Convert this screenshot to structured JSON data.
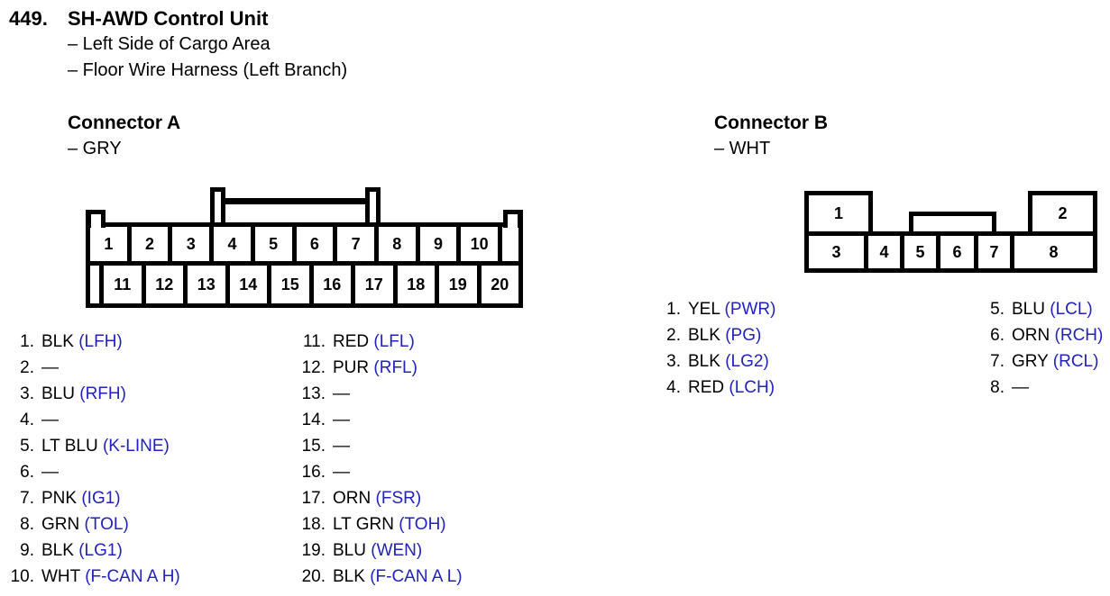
{
  "header": {
    "item_number": "449.",
    "title": "SH-AWD Control Unit",
    "location_line1": "– Left Side of Cargo Area",
    "location_line2": "– Floor Wire Harness (Left Branch)"
  },
  "colors": {
    "signal_text": "#2222bb",
    "ink": "#000000",
    "background": "#ffffff"
  },
  "connector_a": {
    "heading": "Connector A",
    "color_label": "– GRY",
    "diagram": {
      "top_row": [
        "1",
        "2",
        "3",
        "4",
        "5",
        "6",
        "7",
        "8",
        "9",
        "10"
      ],
      "bottom_row": [
        "11",
        "12",
        "13",
        "14",
        "15",
        "16",
        "17",
        "18",
        "19",
        "20"
      ]
    },
    "pins_left": [
      {
        "num": "1.",
        "wire": "BLK",
        "signal": "(LFH)"
      },
      {
        "num": "2.",
        "wire": "—",
        "signal": ""
      },
      {
        "num": "3.",
        "wire": "BLU",
        "signal": "(RFH)"
      },
      {
        "num": "4.",
        "wire": "—",
        "signal": ""
      },
      {
        "num": "5.",
        "wire": "LT BLU",
        "signal": "(K-LINE)"
      },
      {
        "num": "6.",
        "wire": "—",
        "signal": ""
      },
      {
        "num": "7.",
        "wire": "PNK",
        "signal": "(IG1)"
      },
      {
        "num": "8.",
        "wire": "GRN",
        "signal": "(TOL)"
      },
      {
        "num": "9.",
        "wire": "BLK",
        "signal": "(LG1)"
      },
      {
        "num": "10.",
        "wire": "WHT",
        "signal": "(F-CAN A H)"
      }
    ],
    "pins_right": [
      {
        "num": "11.",
        "wire": "RED",
        "signal": "(LFL)"
      },
      {
        "num": "12.",
        "wire": "PUR",
        "signal": "(RFL)"
      },
      {
        "num": "13.",
        "wire": "—",
        "signal": ""
      },
      {
        "num": "14.",
        "wire": "—",
        "signal": ""
      },
      {
        "num": "15.",
        "wire": "—",
        "signal": ""
      },
      {
        "num": "16.",
        "wire": "—",
        "signal": ""
      },
      {
        "num": "17.",
        "wire": "ORN",
        "signal": "(FSR)"
      },
      {
        "num": "18.",
        "wire": "LT GRN",
        "signal": "(TOH)"
      },
      {
        "num": "19.",
        "wire": "BLU",
        "signal": "(WEN)"
      },
      {
        "num": "20.",
        "wire": "BLK",
        "signal": "(F-CAN A L)"
      }
    ]
  },
  "connector_b": {
    "heading": "Connector B",
    "color_label": "– WHT",
    "diagram": {
      "top_left_pin": "1",
      "top_right_pin": "2",
      "bottom_row": [
        "3",
        "4",
        "5",
        "6",
        "7",
        "8"
      ]
    },
    "pins_left": [
      {
        "num": "1.",
        "wire": "YEL",
        "signal": "(PWR)"
      },
      {
        "num": "2.",
        "wire": "BLK",
        "signal": "(PG)"
      },
      {
        "num": "3.",
        "wire": "BLK",
        "signal": "(LG2)"
      },
      {
        "num": "4.",
        "wire": "RED",
        "signal": "(LCH)"
      }
    ],
    "pins_right": [
      {
        "num": "5.",
        "wire": "BLU",
        "signal": "(LCL)"
      },
      {
        "num": "6.",
        "wire": "ORN",
        "signal": "(RCH)"
      },
      {
        "num": "7.",
        "wire": "GRY",
        "signal": "(RCL)"
      },
      {
        "num": "8.",
        "wire": "—",
        "signal": ""
      }
    ]
  }
}
